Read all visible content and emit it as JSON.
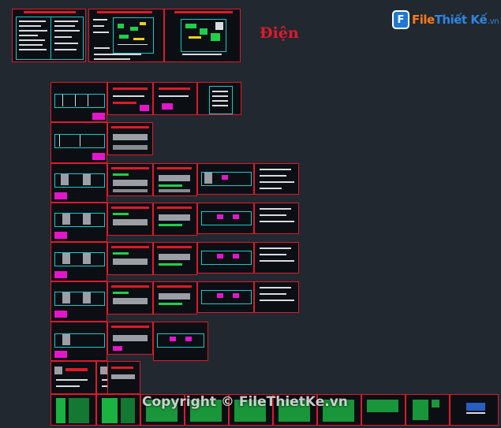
{
  "title": "Điện",
  "watermark": {
    "copyright_text": "Copyright © FileThietKe.vn"
  },
  "logo": {
    "mark": "F",
    "brand": "File",
    "name": "Thiết Kế",
    "tld": ".vn"
  },
  "colors": {
    "background": "#212830",
    "frame": "#e0192b",
    "title": "#e0192b",
    "magenta": "#e317c9",
    "cyan": "#19c9c9",
    "green": "#1fcf4a",
    "white": "#d8dde2"
  }
}
